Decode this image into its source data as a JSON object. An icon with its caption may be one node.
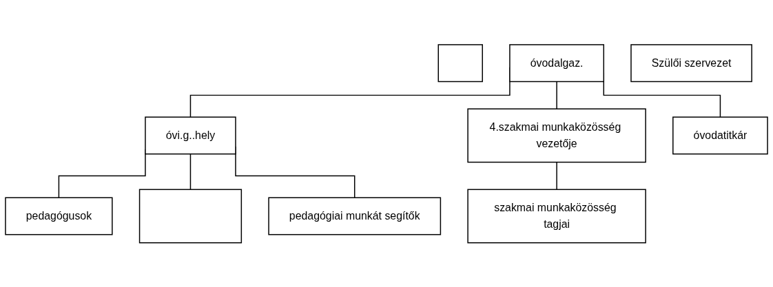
{
  "diagram": {
    "nodes": [
      {
        "text": [],
        "shape": "box"
      },
      {
        "text": [
          "óvodalgaz."
        ]
      },
      {
        "text": [
          "Szülői szervezet"
        ]
      },
      {
        "text": [
          "óvi.g..hely"
        ]
      },
      {
        "text": [
          "4.szakmai munkaközösség vezetője"
        ]
      },
      {
        "text": [
          "óvodatitkár"
        ]
      },
      {
        "text": [
          "pedagógusok"
        ]
      },
      {
        "text": [],
        "shape": "box"
      },
      {
        "text": [
          "pedagógiai munkát segítők"
        ]
      },
      {
        "text": [
          "szakmai munkaközösség tagjai"
        ]
      }
    ],
    "edges": [
      {
        "from": 1,
        "to": 3,
        "arrow": "none"
      },
      {
        "from": 1,
        "to": 4,
        "arrow": "none"
      },
      {
        "from": 1,
        "to": 5,
        "arrow": "none"
      },
      {
        "from": 3,
        "to": 6,
        "arrow": "none"
      },
      {
        "from": 3,
        "to": 7,
        "arrow": "none"
      },
      {
        "from": 3,
        "to": 8,
        "arrow": "none"
      },
      {
        "from": 4,
        "to": 9,
        "arrow": "none"
      }
    ]
  }
}
